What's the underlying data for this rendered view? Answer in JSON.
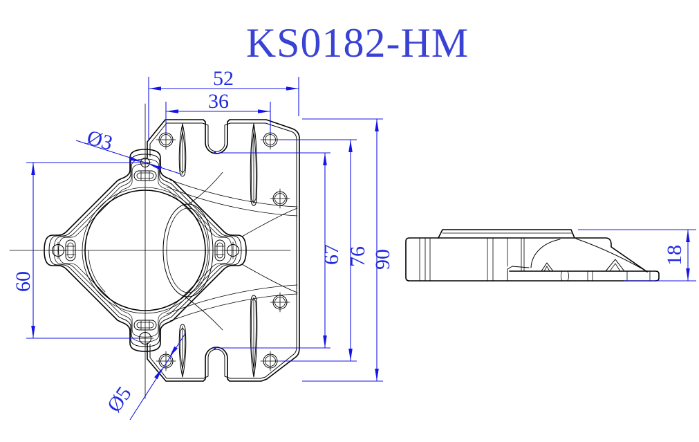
{
  "title": "KS0182-HM",
  "colors": {
    "line_color": "#000000",
    "dimension_color": "#1414e6",
    "title_color": "#3a42d4",
    "background": "#ffffff"
  },
  "front_view": {
    "dimensions": {
      "plate_width": "52",
      "hole_spacing_horizontal": "36",
      "ear_hole_spacing": "60",
      "notch_spacing": "67",
      "hole_spacing_vertical": "76",
      "plate_height": "90",
      "top_hole_diameter": "Ø3",
      "mount_hole_diameter": "Ø5"
    }
  },
  "side_view": {
    "dimensions": {
      "base_height": "18"
    }
  }
}
